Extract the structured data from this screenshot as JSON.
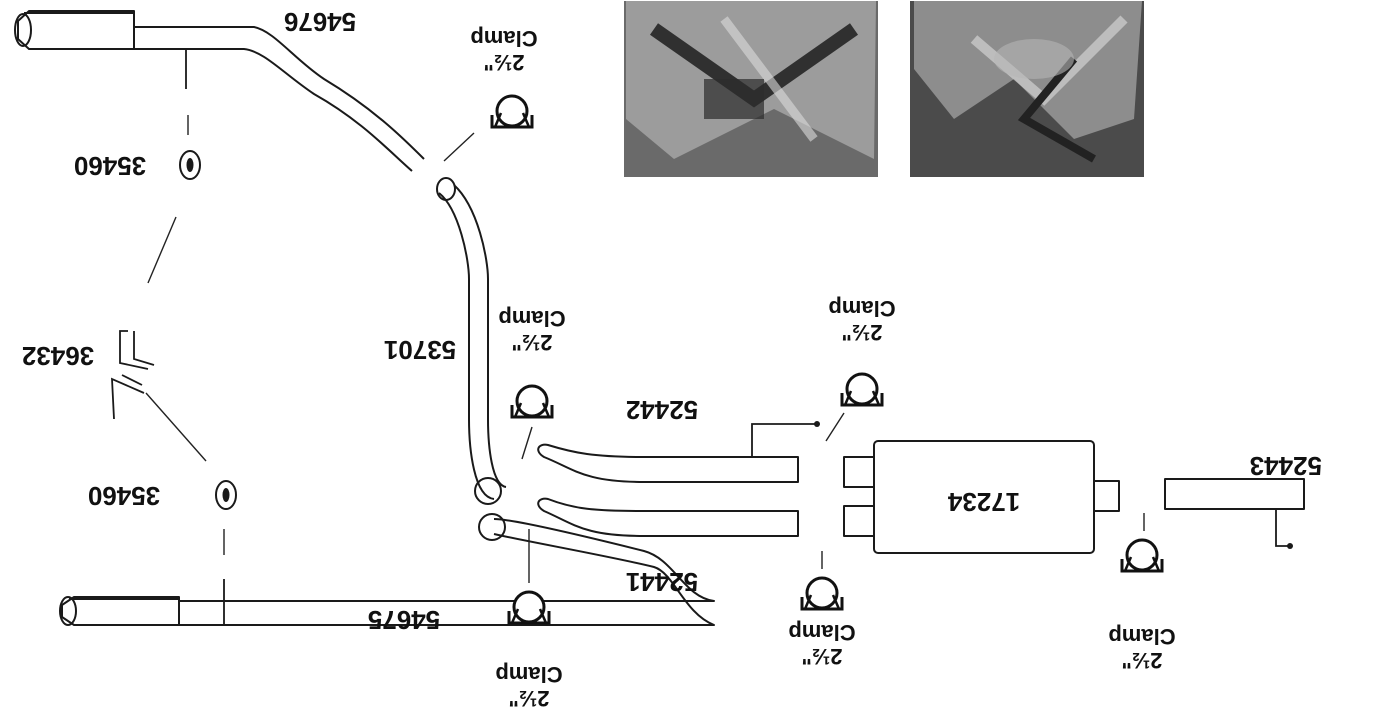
{
  "parts": {
    "tailpipe_upper": "54676",
    "tailpipe_lower": "54675",
    "hanger_upper": "35460",
    "hanger_lower": "35460",
    "bracket": "36432",
    "intermediate_pipe": "53701",
    "y_pipe_upper": "52442",
    "y_pipe_lower": "52441",
    "muffler": "17234",
    "inlet_pipe": "52443"
  },
  "clamp": {
    "size": "2½\"",
    "word": "Clamp"
  },
  "photos": [
    {
      "name": "installation-photo-left"
    },
    {
      "name": "installation-photo-right"
    }
  ]
}
